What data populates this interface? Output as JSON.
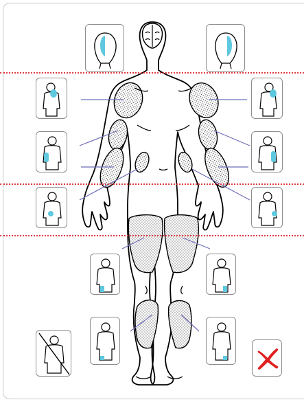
{
  "colors": {
    "highlight": "#5fc8df",
    "separator": "#e0393e",
    "leader_line": "#6e6eb8",
    "close_x": "#e02020",
    "outline": "#000000"
  },
  "icons": {
    "body_zones": "stippled-body-regions",
    "close": "close-x-icon",
    "excluded": "person-crossed-icon"
  },
  "thumbnails": [
    {
      "id": "head-left",
      "region": "head-left",
      "highlight": "head-side"
    },
    {
      "id": "head-right",
      "region": "head-right",
      "highlight": "head-side"
    },
    {
      "id": "shoulder-left",
      "region": "shoulder",
      "highlight": "shoulder"
    },
    {
      "id": "shoulder-right",
      "region": "shoulder",
      "highlight": "shoulder"
    },
    {
      "id": "upper-arm-left",
      "region": "upper-arm",
      "highlight": "upper-arm"
    },
    {
      "id": "upper-arm-right",
      "region": "upper-arm",
      "highlight": "upper-arm"
    },
    {
      "id": "forearm-left",
      "region": "forearm",
      "highlight": "forearm"
    },
    {
      "id": "forearm-right",
      "region": "forearm",
      "highlight": "forearm"
    },
    {
      "id": "thigh-left",
      "region": "thigh",
      "highlight": "thigh"
    },
    {
      "id": "thigh-right",
      "region": "thigh",
      "highlight": "thigh"
    },
    {
      "id": "calf-left",
      "region": "calf",
      "highlight": "calf"
    },
    {
      "id": "calf-right",
      "region": "calf",
      "highlight": "calf"
    },
    {
      "id": "none",
      "region": "none",
      "highlight": "none"
    }
  ]
}
